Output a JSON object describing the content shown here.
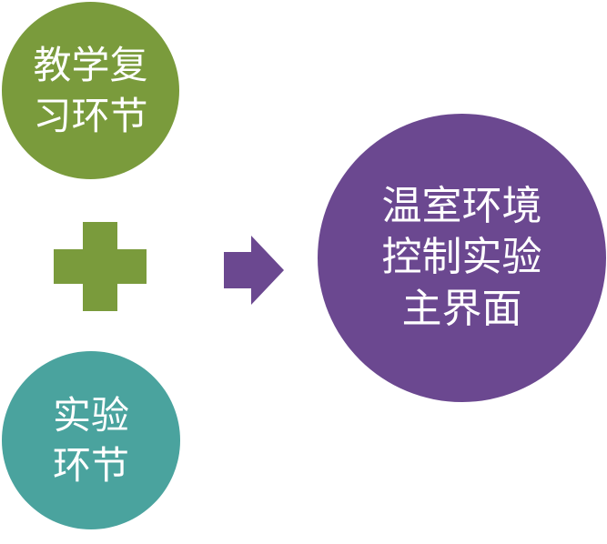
{
  "nodes": {
    "review": {
      "lines": [
        "教学复",
        "习环节"
      ],
      "color": "#7a9b3c"
    },
    "experiment": {
      "lines": [
        "实验",
        "环节"
      ],
      "color": "#4aa39e"
    },
    "main": {
      "lines": [
        "温室环境",
        "控制实验",
        "主界面"
      ],
      "color": "#6b4890"
    }
  },
  "connectors": {
    "plus_icon": "plus-icon",
    "plus_color": "#7a9b3c",
    "arrow_icon": "right-arrow-icon",
    "arrow_color": "#6b4890"
  }
}
